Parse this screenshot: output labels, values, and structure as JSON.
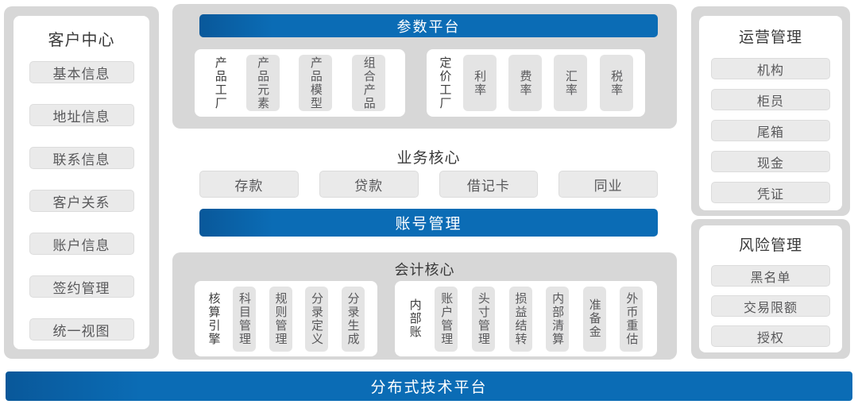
{
  "customer_center": {
    "title": "客户中心",
    "items": [
      "基本信息",
      "地址信息",
      "联系信息",
      "客户关系",
      "账户信息",
      "签约管理",
      "统一视图"
    ]
  },
  "parameter_platform": {
    "title": "参数平台",
    "groups": [
      {
        "label": "产品工厂",
        "items": [
          "产品元素",
          "产品模型",
          "组合产品"
        ]
      },
      {
        "label": "定价工厂",
        "items": [
          "利率",
          "费率",
          "汇率",
          "税率"
        ]
      }
    ]
  },
  "business_core": {
    "title": "业务核心",
    "items": [
      "存款",
      "贷款",
      "借记卡",
      "同业"
    ]
  },
  "account_management": {
    "title": "账号管理"
  },
  "accounting_core": {
    "title": "会计核心",
    "groups": [
      {
        "label": "核算引擎",
        "items": [
          "科目管理",
          "规则管理",
          "分录定义",
          "分录生成"
        ]
      },
      {
        "label": "内部账",
        "items": [
          "账户管理",
          "头寸管理",
          "损益结转",
          "内部清算",
          "准备金",
          "外币重估"
        ]
      }
    ]
  },
  "operations_management": {
    "title": "运营管理",
    "items": [
      "机构",
      "柜员",
      "尾箱",
      "现金",
      "凭证"
    ]
  },
  "risk_management": {
    "title": "风险管理",
    "items": [
      "黑名单",
      "交易限额",
      "授权"
    ]
  },
  "tech_platform": {
    "title": "分布式技术平台"
  },
  "colors": {
    "accent_blue": "#0b6cb5",
    "container_gray": "#d7d7d7",
    "pill_gray": "#eaeaea",
    "item_gray": "#e4e4e4",
    "title_text": "#3a3a3a",
    "body_text": "#58585a"
  }
}
